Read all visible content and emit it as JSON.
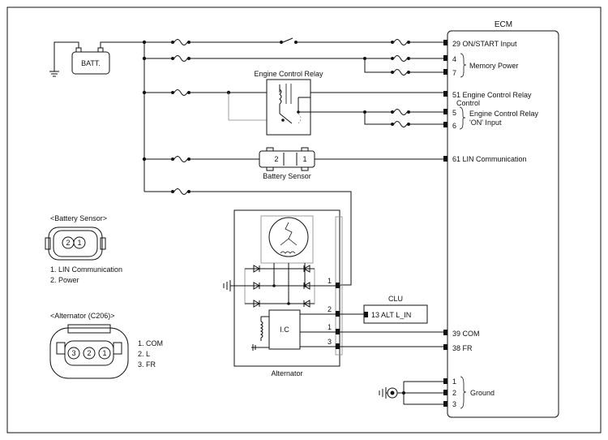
{
  "ecm": {
    "title": "ECM",
    "pins": {
      "on_start": "29 ON/START Input",
      "p4": "4",
      "p7": "7",
      "memory_power": "Memory Power",
      "ecr_control_line1": "51 Engine Control Relay",
      "ecr_control_line2": "Control",
      "p5": "5",
      "p6": "6",
      "ecr_on_line1": "Engine Control Relay",
      "ecr_on_line2": "'ON' Input",
      "lin": "61 LIN Communication",
      "com": "39 COM",
      "fr": "38 FR",
      "g1": "1",
      "g2": "2",
      "g3": "3",
      "ground": "Ground"
    }
  },
  "battery": {
    "label": "BATT."
  },
  "engine_control_relay": {
    "label": "Engine Control Relay"
  },
  "battery_sensor": {
    "label": "Battery Sensor",
    "pin_left": "2",
    "pin_right": "1"
  },
  "alternator": {
    "label": "Alternator",
    "ic_label": "I.C",
    "pin1_top": "1",
    "pin2": "2",
    "pin1": "1",
    "pin3": "3"
  },
  "clu": {
    "title": "CLU",
    "pin": "13 ALT L_IN"
  },
  "connector_battery_sensor": {
    "title": "<Battery Sensor>",
    "pin_a": "2",
    "pin_b": "1",
    "legend": [
      "1. LIN Communication",
      "2. Power"
    ]
  },
  "connector_alternator": {
    "title": "<Alternator (C206)>",
    "pin_a": "3",
    "pin_b": "2",
    "pin_c": "1",
    "legend": [
      "1. COM",
      "2. L",
      "3. FR"
    ]
  }
}
